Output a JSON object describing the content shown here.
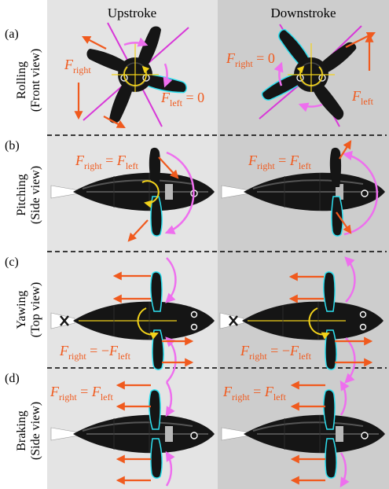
{
  "columns": {
    "up": "Upstroke",
    "down": "Downstroke"
  },
  "rows": {
    "a": {
      "tag": "(a)",
      "line1": "Rolling",
      "line2": "(Front view)"
    },
    "b": {
      "tag": "(b)",
      "line1": "Pitching",
      "line2": "(Side view)"
    },
    "c": {
      "tag": "(c)",
      "line1": "Yawing",
      "line2": "(Top view)"
    },
    "d": {
      "tag": "(d)",
      "line1": "Braking",
      "line2": "(Side view)"
    }
  },
  "labels": {
    "F": "F",
    "right": "right",
    "left": "left",
    "eq_zero": " = 0",
    "eq": " = ",
    "eq_neg": " = −"
  },
  "colors": {
    "panel_left": "#e4e4e4",
    "panel_right": "#cdcdcd",
    "force": "#f05a1e",
    "rotation": "#ee6fee",
    "torque": "#f2d21a",
    "outline": "#2ee0f0",
    "body": "#151515",
    "fin": "#d838d8"
  }
}
